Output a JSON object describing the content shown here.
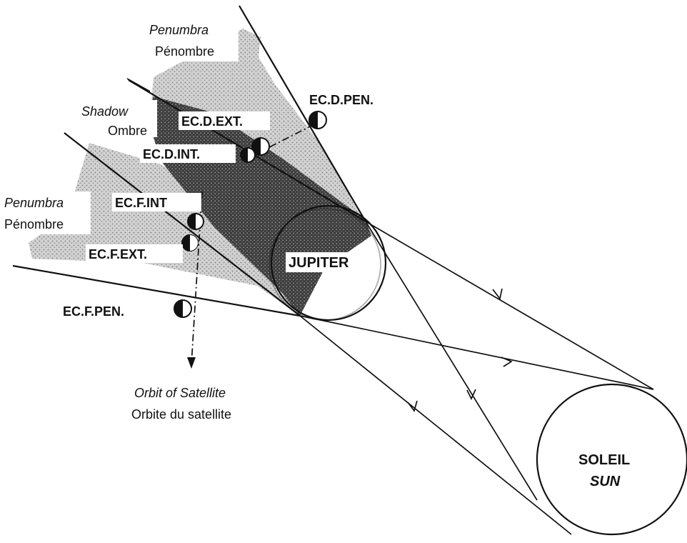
{
  "labels": {
    "penumbra_top_en": "Penumbra",
    "penumbra_top_fr": "Pénombre",
    "shadow_en": "Shadow",
    "shadow_fr": "Ombre",
    "penumbra_bottom_en": "Penumbra",
    "penumbra_bottom_fr": "Pénombre",
    "ec_d_pen": "EC.D.PEN.",
    "ec_d_ext": "EC.D.EXT.",
    "ec_d_int": "EC.D.INT.",
    "ec_f_int": "EC.F.INT",
    "ec_f_ext": "EC.F.EXT.",
    "ec_f_pen": "EC.F.PEN.",
    "jupiter": "JUPITER",
    "orbit_en": "Orbit of Satellite",
    "orbit_fr": "Orbite du satellite",
    "sun_fr": "SOLEIL",
    "sun_en": "SUN"
  },
  "colors": {
    "ink": "#111111",
    "shadow_fill": "#3a3a3a",
    "penumbra_fill": "#b5b5b5",
    "background": "#ffffff"
  }
}
